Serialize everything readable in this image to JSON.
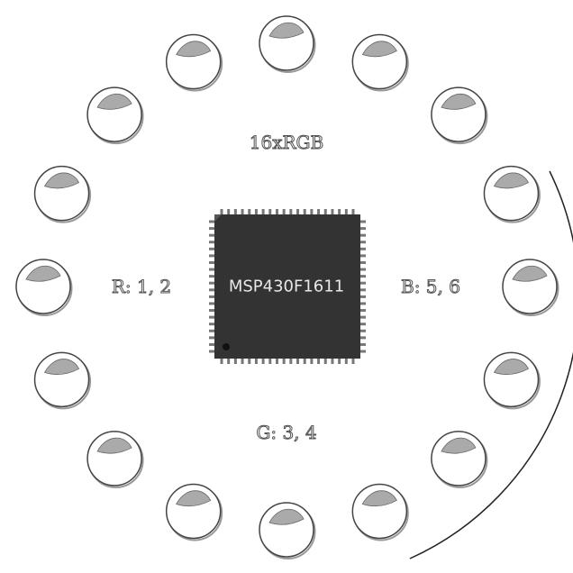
{
  "title": "16xRGB",
  "chip": {
    "name": "MSP430F1611",
    "body_color": "#333333",
    "pin_color": "#777777"
  },
  "channels": {
    "red": "R: 1, 2",
    "green": "G: 3, 4",
    "blue": "B: 5, 6"
  },
  "led_count": 16,
  "colors": {
    "led_outline": "#444444",
    "led_fill": "#ffffff",
    "led_highlight": "#aaaaaa",
    "background": "#ffffff"
  }
}
